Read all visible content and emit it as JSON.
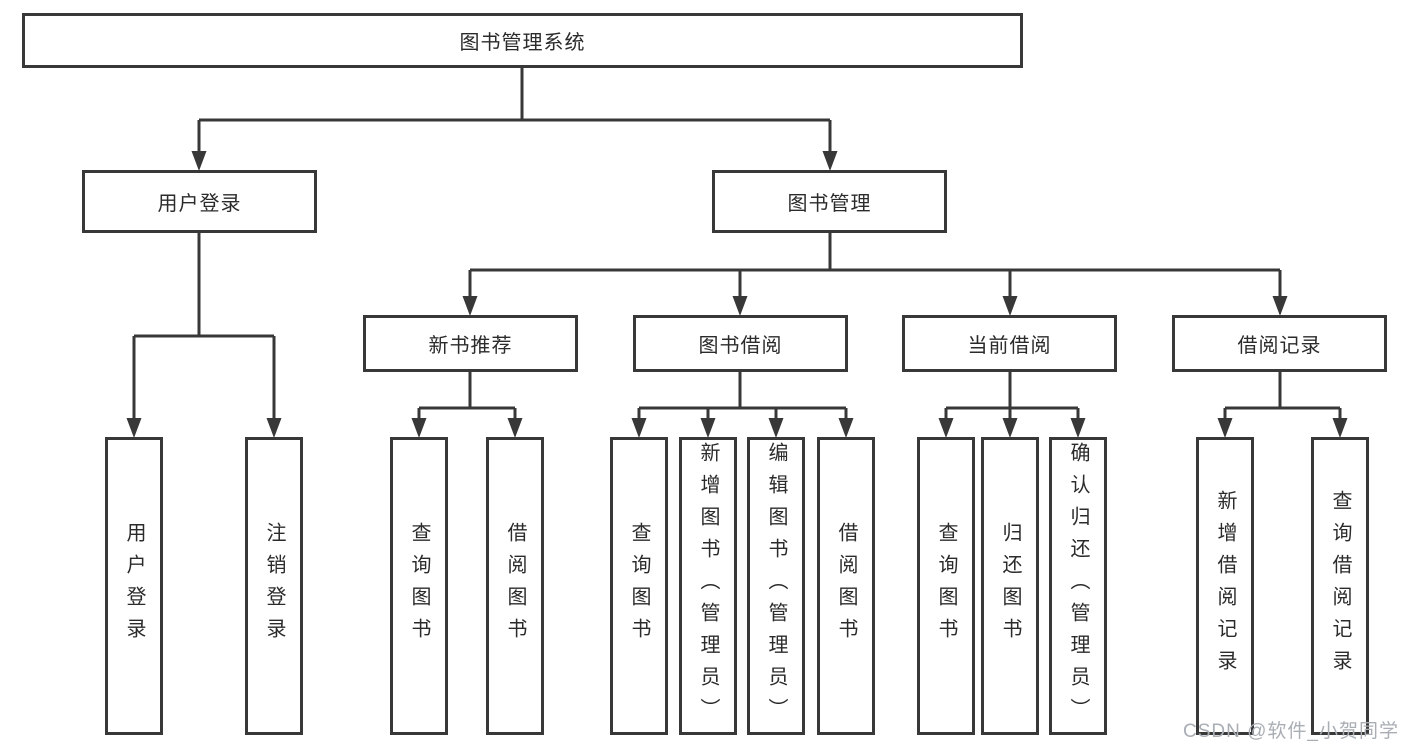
{
  "tree": {
    "root": "图书管理系统",
    "branches": [
      {
        "label": "用户登录",
        "leaves": [
          "用户登录",
          "注销登录"
        ]
      },
      {
        "label": "图书管理",
        "children": [
          {
            "label": "新书推荐",
            "leaves": [
              "查询图书",
              "借阅图书"
            ]
          },
          {
            "label": "图书借阅",
            "leaves": [
              "查询图书",
              "新增图书（管理员）",
              "编辑图书（管理员）",
              "借阅图书"
            ]
          },
          {
            "label": "当前借阅",
            "leaves": [
              "查询图书",
              "归还图书",
              "确认归还（管理员）"
            ]
          },
          {
            "label": "借阅记录",
            "leaves": [
              "新增借阅记录",
              "查询借阅记录"
            ]
          }
        ]
      }
    ]
  },
  "watermark": "CSDN @软件_小贺同学",
  "colors": {
    "line": "#383838",
    "text": "#2b2b2b",
    "watermark": "#a9aeb5",
    "background": "#ffffff"
  }
}
